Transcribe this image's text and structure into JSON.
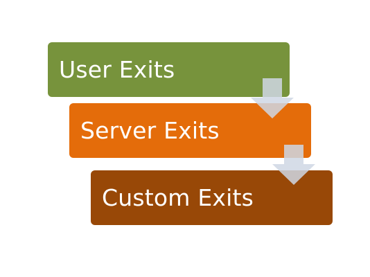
{
  "steps": [
    {
      "label": "User Exits",
      "color": "#77933c"
    },
    {
      "label": "Server Exits",
      "color": "#e46c0a"
    },
    {
      "label": "Custom Exits",
      "color": "#984807"
    }
  ],
  "arrow_color": "#d0d8e4"
}
